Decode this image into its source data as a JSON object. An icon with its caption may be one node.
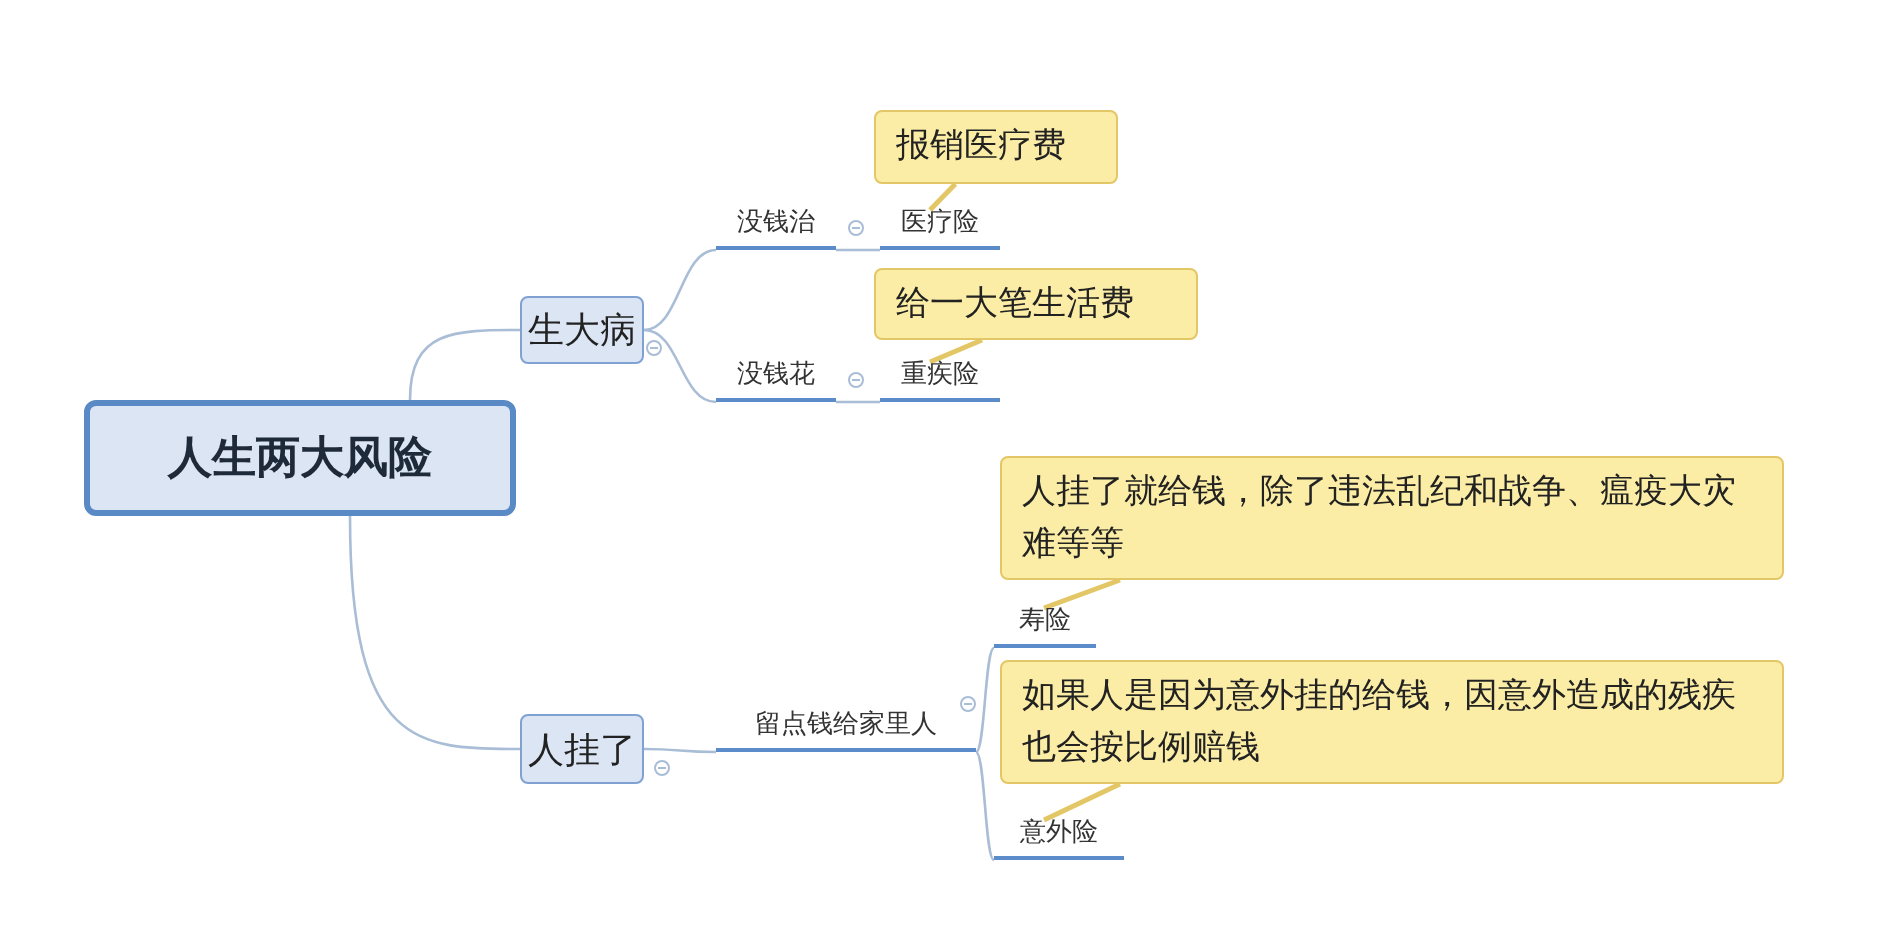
{
  "diagram": {
    "nodes": [
      {
        "text": [
          "人生两大风险"
        ]
      },
      {
        "text": [
          "生大病"
        ]
      },
      {
        "text": [
          "没钱治"
        ]
      },
      {
        "text": [
          "医疗险"
        ]
      },
      {
        "text": [
          "报销医疗费"
        ]
      },
      {
        "text": [
          "没钱花"
        ]
      },
      {
        "text": [
          "重疾险"
        ]
      },
      {
        "text": [
          "给一大笔生活费"
        ]
      },
      {
        "text": [
          "人挂了"
        ]
      },
      {
        "text": [
          "留点钱给家里人"
        ]
      },
      {
        "text": [
          "寿险"
        ]
      },
      {
        "text": [
          "人挂了就给钱，除了违法乱纪和战争、瘟疫大灾难等等"
        ]
      },
      {
        "text": [
          "意外险"
        ]
      },
      {
        "text": [
          "如果人是因为意外挂的给钱，因意外造成的残疾也会按比例赔钱"
        ]
      }
    ],
    "edges": [
      {
        "from": 0,
        "to": 1,
        "arrow": "none"
      },
      {
        "from": 0,
        "to": 8,
        "arrow": "none"
      },
      {
        "from": 1,
        "to": 2,
        "arrow": "none"
      },
      {
        "from": 1,
        "to": 5,
        "arrow": "none"
      },
      {
        "from": 2,
        "to": 3,
        "arrow": "none"
      },
      {
        "from": 5,
        "to": 6,
        "arrow": "none"
      },
      {
        "from": 8,
        "to": 9,
        "arrow": "none"
      },
      {
        "from": 9,
        "to": 10,
        "arrow": "none"
      },
      {
        "from": 9,
        "to": 12,
        "arrow": "none"
      },
      {
        "from": 4,
        "to": 3,
        "arrow": "none",
        "color": "#e3c766"
      },
      {
        "from": 7,
        "to": 6,
        "arrow": "none",
        "color": "#e3c766"
      },
      {
        "from": 11,
        "to": 10,
        "arrow": "none",
        "color": "#e3c766"
      },
      {
        "from": 13,
        "to": 12,
        "arrow": "none",
        "color": "#e3c766"
      }
    ]
  }
}
